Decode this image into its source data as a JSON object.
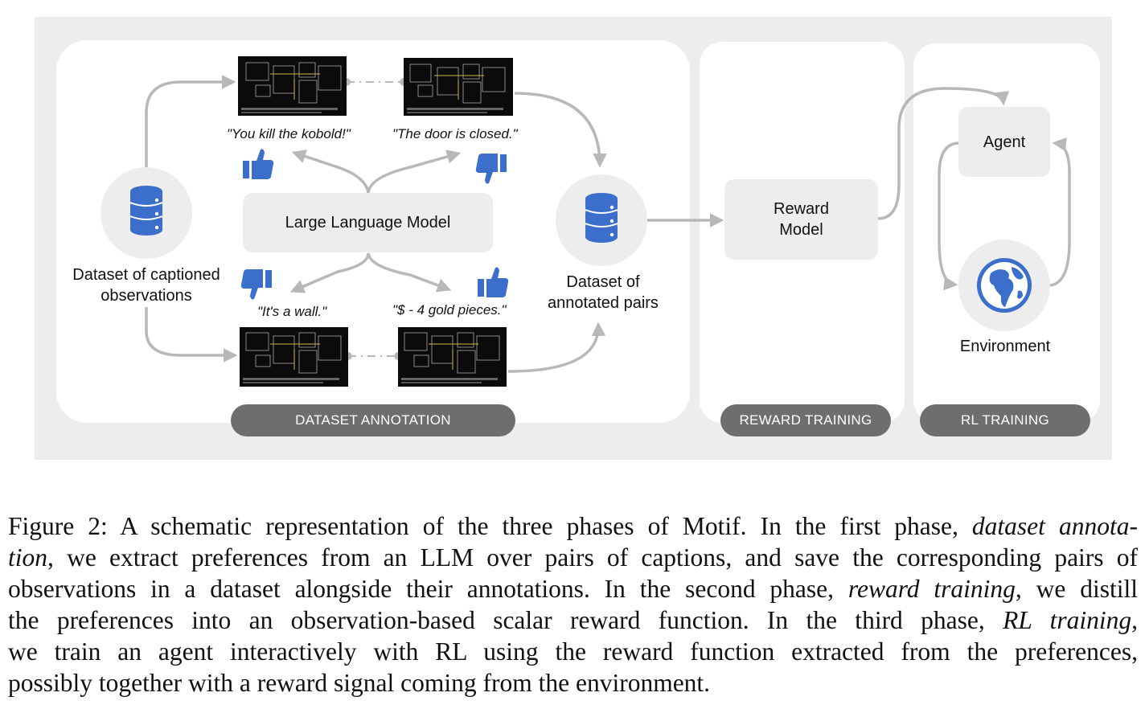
{
  "diagram": {
    "dataset_captioned_label": "Dataset of captioned observations",
    "llm_label": "Large Language Model",
    "annotated_pairs_label": "Dataset of annotated pairs",
    "reward_model_label": "Reward Model",
    "agent_label": "Agent",
    "environment_label": "Environment",
    "captions": {
      "top_left": "\"You kill the kobold!\"",
      "top_right": "\"The door is closed.\"",
      "bottom_left": "\"It's a wall.\"",
      "bottom_right": "\"$ - 4 gold pieces.\""
    },
    "phases": {
      "dataset_annotation": "DATASET ANNOTATION",
      "reward_training": "REWARD TRAINING",
      "rl_training": "RL TRAINING"
    },
    "icons": {
      "database": "database-icon",
      "thumbs_up": "thumbs-up-icon",
      "thumbs_down": "thumbs-down-icon",
      "globe": "globe-icon",
      "game_screen": "nethack-screen-thumbnail"
    },
    "colors": {
      "icon_blue": "#3b6fcb",
      "panel_bg": "#ededed",
      "pill_bg": "#6e6e6e",
      "arrow": "#b8b8b8"
    }
  },
  "caption": {
    "line1_a": "Figure 2: A schematic representation of the three phases of Motif. In the first phase, ",
    "line1_b": "dataset annota-",
    "line2_a": "tion",
    "line2_b": ", we extract preferences from an LLM over pairs of captions, and save the corresponding pairs of",
    "line3_a": "observations in a dataset alongside their annotations. In the second phase, ",
    "line3_b": "reward training",
    "line3_c": ", we distill",
    "line4_a": "the preferences into an observation-based scalar reward function. In the third phase, ",
    "line4_b": "RL training",
    "line4_c": ",",
    "line5": "we train an agent interactively with RL using the reward function extracted from the preferences,",
    "line6": "possibly together with a reward signal coming from the environment."
  }
}
